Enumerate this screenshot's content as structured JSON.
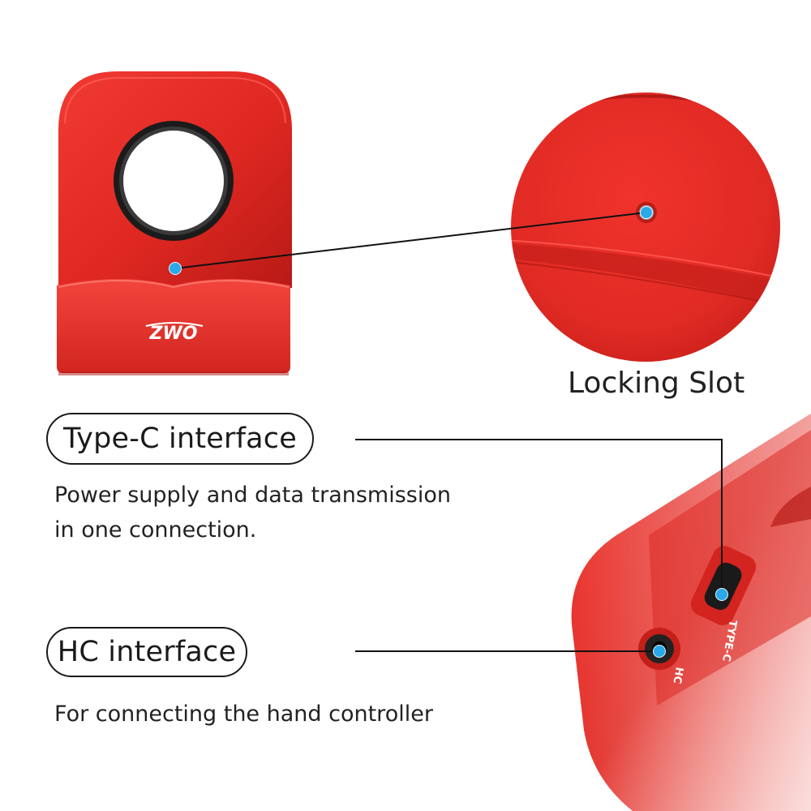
{
  "logo_text": "ZWO",
  "callouts": {
    "locking_slot": {
      "label": "Locking Slot"
    },
    "type_c": {
      "title": "Type-C interface",
      "description_line1": "Power supply and data transmission",
      "description_line2": "in one connection."
    },
    "hc": {
      "title": "HC interface",
      "description": "For connecting the hand controller"
    }
  },
  "port_labels": {
    "type_c": "TYPE-C",
    "hc": "HC"
  },
  "colors": {
    "product_red": "#e42a25",
    "marker_blue": "#29a9e8",
    "line_black": "#111111"
  }
}
